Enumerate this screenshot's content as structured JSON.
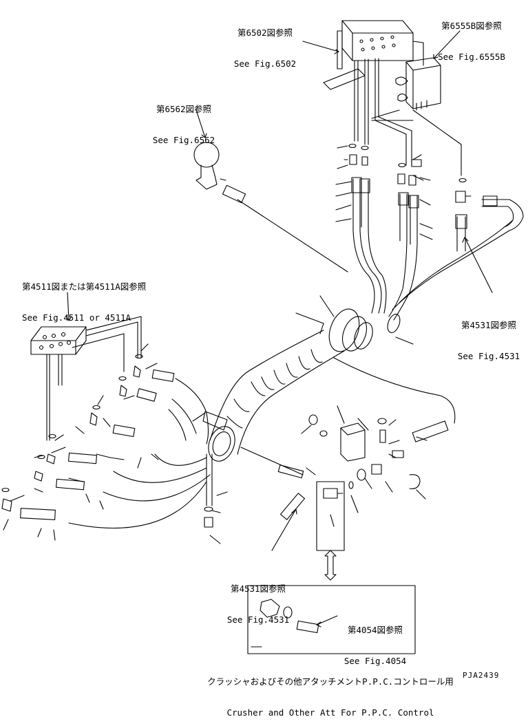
{
  "references": {
    "fig6502": {
      "jp": "第6502図参照",
      "en": "See Fig.6502"
    },
    "fig6555b": {
      "jp": "第6555B図参照",
      "en": "See Fig.6555B"
    },
    "fig6562": {
      "jp": "第6562図参照",
      "en": "See Fig.6562"
    },
    "fig4511": {
      "jp": "第4511図または第4511A図参照",
      "en": "See Fig.4511 or 4511A"
    },
    "fig4531_right": {
      "jp": "第4531図参照",
      "en": "See Fig.4531"
    },
    "fig4531_bottom": {
      "jp": "第4531図参照",
      "en": "See Fig.4531"
    },
    "fig4054": {
      "jp": "第4054図参照",
      "en": "See Fig.4054"
    }
  },
  "caption": {
    "jp": "クラッシャおよびその他アタッチメントP.P.C.コントロール用",
    "en": "Crusher and Other Att For P.P.C. Control"
  },
  "drawing_code": "PJA2439"
}
